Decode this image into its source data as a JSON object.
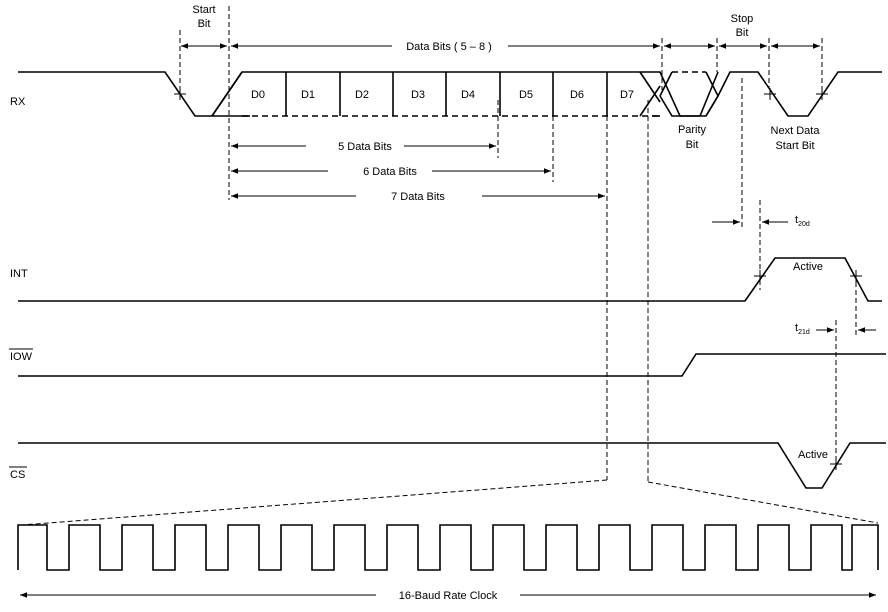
{
  "signals": {
    "rx": "RX",
    "int": "INT",
    "iow": "IOW",
    "cs": "CS"
  },
  "labels": {
    "start_bit_line1": "Start",
    "start_bit_line2": "Bit",
    "data_bits": "Data Bits ( 5 – 8 )",
    "stop_bit_line1": "Stop",
    "stop_bit_line2": "Bit",
    "parity_line1": "Parity",
    "parity_line2": "Bit",
    "next_line1": "Next Data",
    "next_line2": "Start Bit",
    "five_bits": "5 Data Bits",
    "six_bits": "6 Data Bits",
    "seven_bits": "7 Data Bits",
    "t20_main": "t",
    "t20_sub": "20d",
    "t21_main": "t",
    "t21_sub": "21d",
    "int_active": "Active",
    "cs_active": "Active",
    "clock": "16-Baud Rate Clock"
  },
  "data_bits": [
    "D0",
    "D1",
    "D2",
    "D3",
    "D4",
    "D5",
    "D6",
    "D7"
  ]
}
